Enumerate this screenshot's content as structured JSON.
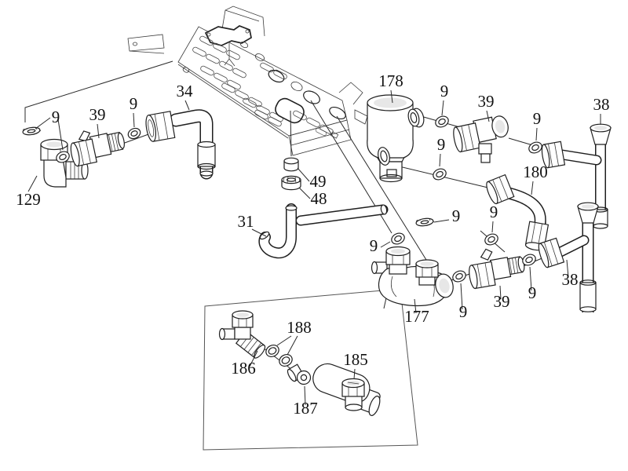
{
  "diagram": {
    "type": "exploded-parts-diagram",
    "colors": {
      "background": "#ffffff",
      "line": "#1f1f1f",
      "label": "#111111"
    },
    "labels": {
      "l_9_left": "9",
      "l_129": "129",
      "l_39_left": "39",
      "l_9_left2": "9",
      "l_34": "34",
      "l_178": "178",
      "l_9_t1": "9",
      "l_39_top": "39",
      "l_9_t2": "9",
      "l_38_top": "38",
      "l_9_mid": "9",
      "l_180": "180",
      "l_49": "49",
      "l_48": "48",
      "l_31": "31",
      "l_9_m1": "9",
      "l_9_m3": "9",
      "l_9_m2": "9",
      "l_177": "177",
      "l_9_b1": "9",
      "l_39_low": "39",
      "l_9_b2": "9",
      "l_38_low": "38",
      "l_186": "186",
      "l_188": "188",
      "l_187": "187",
      "l_185": "185"
    }
  }
}
